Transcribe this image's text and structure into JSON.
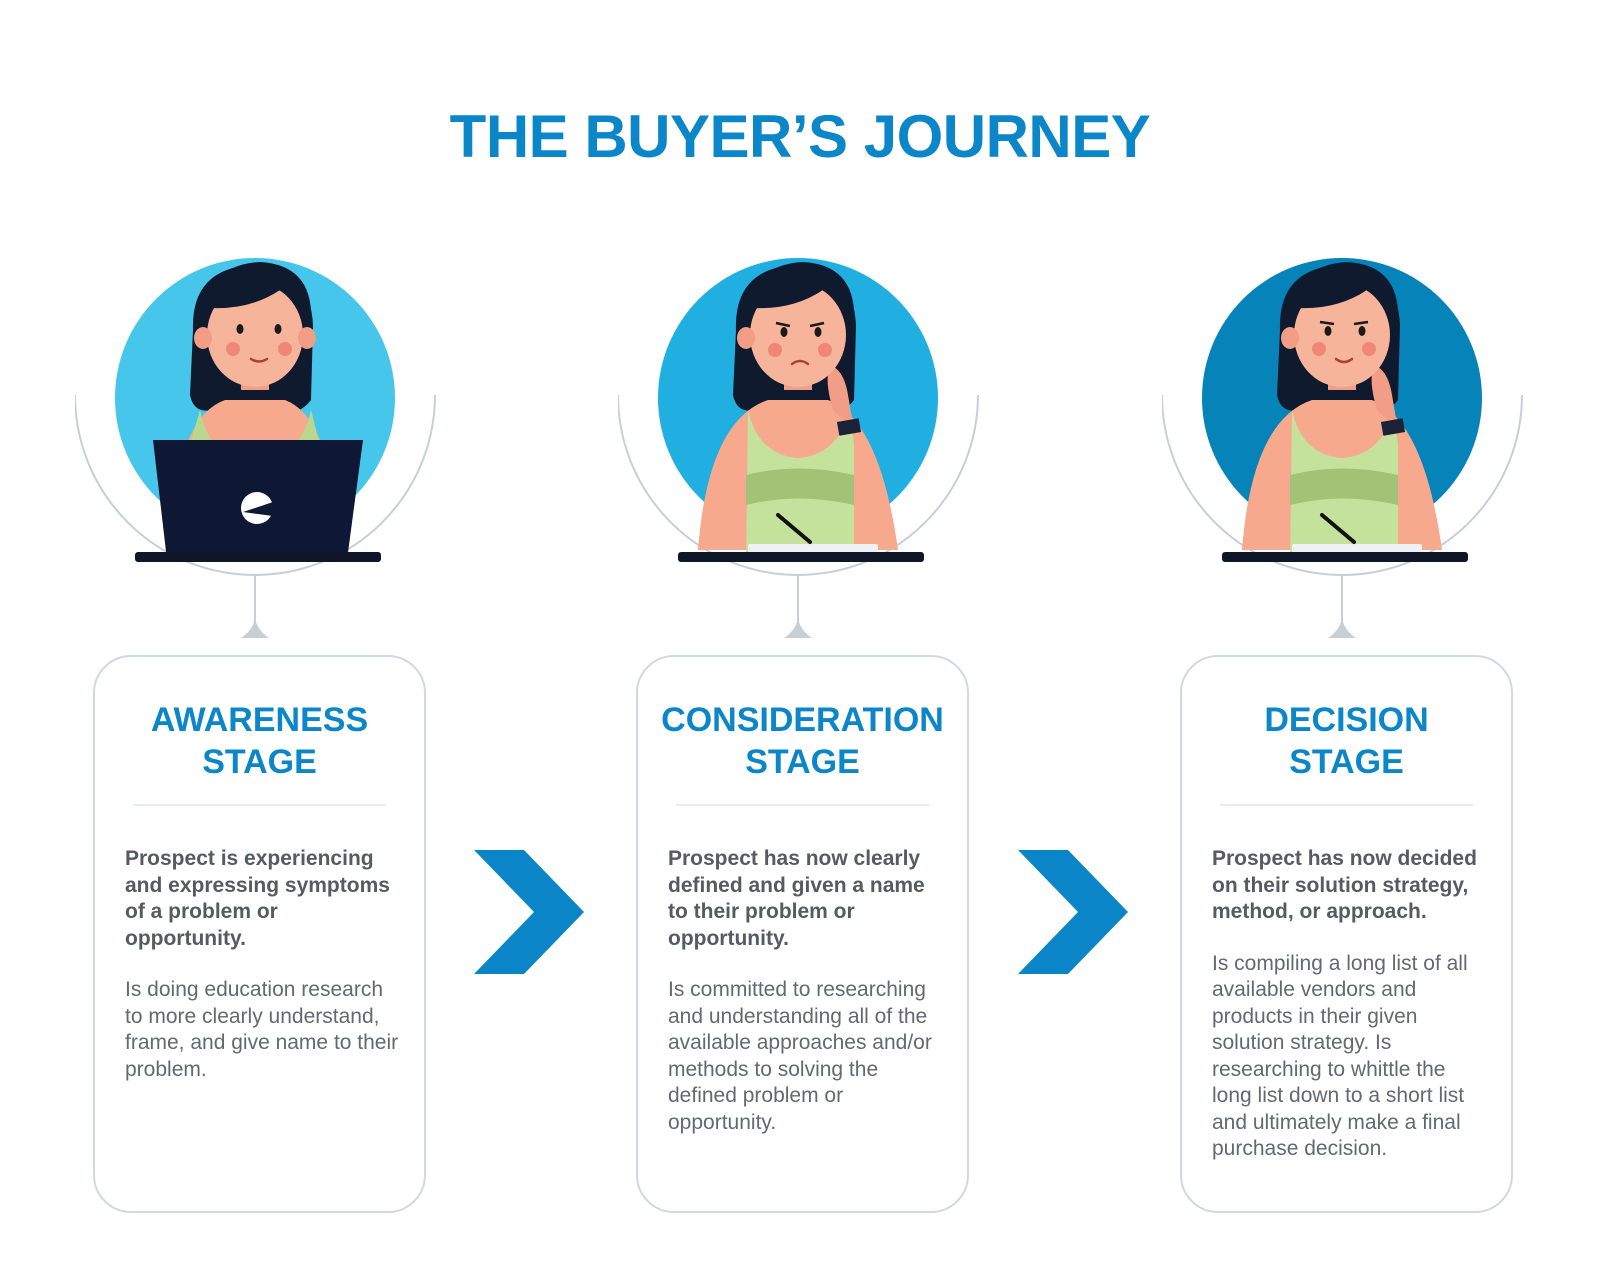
{
  "title": "THE BUYER’S JOURNEY",
  "colors": {
    "title": "#0b86c9",
    "circle_awareness": "#45c6ea",
    "circle_consideration": "#21aee0",
    "circle_decision": "#0683b8",
    "arrow": "#0a86c8",
    "card_border": "#d3d8dc"
  },
  "stages": [
    {
      "title_line1": "AWARENESS",
      "title_line2": "STAGE",
      "lead": "Prospect is experiencing and expressing symptoms of a problem or opportunity.",
      "body": "Is doing education research to more clearly understand, frame, and give name to their problem.",
      "illustration": "woman-with-laptop"
    },
    {
      "title_line1": "CONSIDERATION",
      "title_line2": "STAGE",
      "lead": "Prospect has now clearly defined and given a name to their problem or opportunity.",
      "body": "Is committed to researching and understanding all of the available approaches and/or methods to solving the defined problem or opportunity.",
      "illustration": "woman-thinking-writing"
    },
    {
      "title_line1": "DECISION",
      "title_line2": "STAGE",
      "lead": "Prospect has now decided on their solution strategy, method, or approach.",
      "body": "Is compiling a long list of all available vendors and products in their given solution strategy. Is researching to whittle the long list down to a short list and ultimately make a final purchase decision.",
      "illustration": "woman-smiling-writing"
    }
  ],
  "icons": [
    "chevron-right-icon",
    "chevron-right-icon"
  ]
}
